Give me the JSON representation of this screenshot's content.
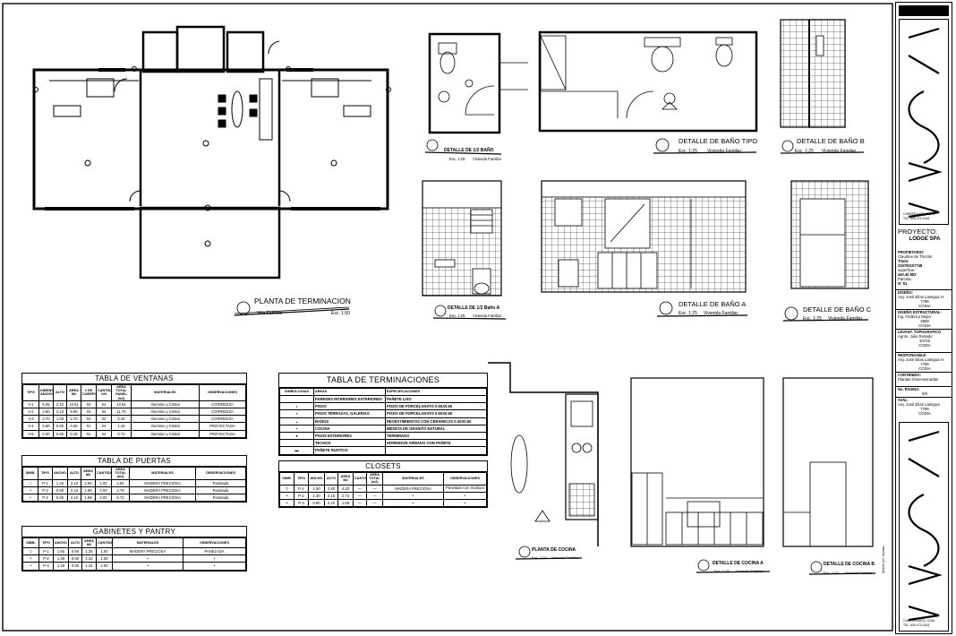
{
  "plans": {
    "main_title": "PLANTA DE TERMINACION",
    "main_left": "Villa Familiar",
    "main_scale": "Esc. 1:50",
    "half_bath": "DETALLE DE 1/2 BAÑO",
    "half_bath_scale": "Esc. 1:25",
    "half_bath_type": "Vivienda Familiar",
    "bath_tipo": "DETALLE DE BAÑO TIPO",
    "bath_tipo_scale": "Esc. 1:25",
    "bath_tipo_type": "Vivienda Familiar",
    "bath_b": "DETALLE DE BAÑO B",
    "bath_b_scale": "Esc. 1:25",
    "bath_b_type": "Vivienda Familiar",
    "half_bath_a": "DETALLE DE 1/2 Baño A",
    "half_bath_a_scale": "Esc. 1:25",
    "half_bath_a_type": "Vivienda Familiar",
    "bath_a": "DETALLE DE BAÑO A",
    "bath_a_scale": "Esc. 1:25",
    "bath_a_type": "Vivienda Familiar",
    "bath_c": "DETALLE DE BAÑO C",
    "bath_c_scale": "Esc. 1:25",
    "bath_c_type": "Vivienda Familiar",
    "kitchen_plan": "PLANTA DE COCINA",
    "kitchen_plan_scale": "Esc. 1:25",
    "kitchen_plan_type": "Vivienda Familiar",
    "kitchen_a": "DETALLE DE COCINA A",
    "kitchen_a_scale": "Esc. 1:25",
    "kitchen_a_type": "Vivienda Familiar",
    "kitchen_b": "DETALLE DE COCINA B",
    "kitchen_b_scale": "Esc. 1:25",
    "kitchen_b_type": "Vivienda Familiar"
  },
  "ventanas": {
    "title": "TABLA DE VENTANAS",
    "headers": [
      "TIPO",
      "DIMENSIONES(m2) ANCHO",
      "ALTO",
      "AREA M2",
      "# DE CUERPOS",
      "CANTIDAD V/N",
      "AREA TOTAL PANEL (m2)",
      "MATERIALES",
      "OBSERVACIONES"
    ],
    "rows": [
      [
        "V-1",
        "5.05",
        "2.10",
        "10.61",
        "03",
        "01",
        "10.61",
        "Aluminio y Cristal",
        "CORREDIZA"
      ],
      [
        "V-2",
        "2.80",
        "2.10",
        "5.88",
        "03",
        "02",
        "11.76",
        "Aluminio y Cristal",
        "CORREDIZA"
      ],
      [
        "V-3",
        "2.70",
        "1.00",
        "2.70",
        "03",
        "02",
        "5.40",
        "Aluminio y Cristal",
        "CORREDIZA"
      ],
      [
        "V-4",
        "0.60",
        "0.60",
        "0.36",
        "01",
        "04",
        "1.44",
        "Aluminio y Cristal",
        "PROYECTADA"
      ],
      [
        "V-5",
        "0.30",
        "0.60",
        "0.18",
        "01",
        "04",
        "0.72",
        "Aluminio y Cristal",
        "PROYECTADA"
      ]
    ]
  },
  "puertas": {
    "title": "TABLA DE PUERTAS",
    "headers": [
      "SIMB.",
      "TIPO",
      "ANCHO",
      "ALTO",
      "AREA M2",
      "CANTIDAD",
      "AREA TOTAL (m2)",
      "MATERIALES",
      "OBSERVACIONES"
    ],
    "rows": [
      [
        "□",
        "P-1",
        "1.40",
        "2.10",
        "2.94",
        "1.00",
        "2.94",
        "MADERA PRECIOSA",
        "Panelada"
      ],
      [
        "•",
        "P-2",
        "0.90",
        "2.10",
        "1.89",
        "2.00",
        "3.78",
        "MADERA PRECIOSA",
        "Panelada"
      ],
      [
        "•",
        "P-3",
        "0.80",
        "2.10",
        "1.68",
        "4.00",
        "6.72",
        "MADERA PRECIOSA",
        "Panelada"
      ]
    ]
  },
  "gabinetes": {
    "title": "GABINETES Y PANTRY",
    "headers": [
      "SIMB.",
      "TIPO",
      "ANCHO",
      "ALTO",
      "AREA M2",
      "CANTIDAD",
      "MATERIALES",
      "OBSERVACIONES"
    ],
    "rows": [
      [
        "▽",
        "P-1",
        "1.50",
        "0.90",
        "1.35",
        "1.00",
        "MADERA PRECIOSA",
        "PANELADA"
      ],
      [
        "•",
        "P-2",
        "1.48",
        "0.90",
        "1.33",
        "1.00",
        "•",
        "•"
      ],
      [
        "•",
        "P-3",
        "1.45",
        "0.90",
        "1.31",
        "2.00",
        "•",
        "•"
      ]
    ]
  },
  "terminaciones": {
    "title": "TABLA DE TERMINACIONES",
    "headers": [
      "SIMBOLOGIAS",
      "AREAS",
      "ESPECIFICACIONES"
    ],
    "rows": [
      [
        "",
        "PAREDES INTERIORES EXTERIORES",
        "PAÑETE LISO"
      ],
      [
        "◐",
        "PISOS",
        "PISOS DE PORCELANATO 0.60X0.60"
      ],
      [
        "◑",
        "PISOS TERRAZAS, GALERIAS",
        "PISOS DE PORCELANATO 0.60X0.60"
      ],
      [
        "◒",
        "BAÑOS",
        "REVESTIMIENTOS CON CERAMICOS 0.30X0.60"
      ],
      [
        "◓",
        "COCINA",
        "MESETA DE GRANITO NATURAL"
      ],
      [
        "●",
        "PISOS EXTERIORES",
        "TERMINADO"
      ],
      [
        "",
        "TECHOS",
        "HORMIGON ARMADO CON PAÑETE"
      ],
      [
        "▬",
        "PAÑETE RUSTICO",
        ""
      ]
    ]
  },
  "closets": {
    "title": "CLOSETS",
    "headers": [
      "SIMB.",
      "TIPO",
      "ANCHO",
      "ALTO",
      "AREA M2",
      "CANTIDAD",
      "AREA TOTAL (m2)",
      "MATERIALES",
      "OBSERVACIONES"
    ],
    "rows": [
      [
        "▽",
        "P-1",
        "1.50",
        "2.80",
        "4.20",
        "—",
        "—",
        "MADERA PRECIOSA",
        "Panelada Con moldura"
      ],
      [
        "•",
        "P-2",
        "1.30",
        "2.10",
        "2.73",
        "—",
        "—",
        "•",
        "•"
      ],
      [
        "•",
        "P-3",
        "0.80",
        "2.10",
        "1.68",
        "—",
        "—",
        "•",
        "•"
      ]
    ]
  },
  "cartel": {
    "proyecto_label": "PROYECTO:",
    "proyecto": "LODGE SPA",
    "prop_label": "PROPIETARIO:",
    "prop": "Claudine de Thezán",
    "titulo_label": "Titulo:",
    "titulo": "319700107748",
    "sup_label": "superficie:",
    "sup": "440.40 Mt2",
    "parcela_label": "Parcela:",
    "parcela": "N° 51",
    "diseno_label": "DISEÑO:",
    "diseno": "Arq. José Elías Lantigua H.",
    "diseno_code": "7786",
    "diseno_org": "CODIA",
    "estructural_label": "DISEÑO ESTRUCTURAL:",
    "estructural": "Ing. Federico Mejía",
    "estructural_code": "4869",
    "estructural_org": "CODIA",
    "topo_label": "LEVANT. TOPOGRAFICO",
    "topo": "Agrim. Julio Rosado",
    "topo_code": "10745",
    "topo_org": "CODIA",
    "resp_label": "RESPONSABLE:",
    "resp": "Arq. José Elías Lantigua H.",
    "resp_code": "7786",
    "resp_org": "CODIA",
    "cont_label": "CONTENIDO:",
    "cont": "Plantas Dimensionadas",
    "pag_label": "No. PAGINA:",
    "pag": "9/9",
    "aval_label": "AVAL:",
    "aval": "Arq. José Elías Lantigua",
    "aval_code": "7786",
    "aval_org": "CODIA",
    "logo_caption_1": "CARRERA ARQ. DOAL",
    "logo_caption_2": "TEL: 809-473-1063",
    "margin_note": "Diseño por: maritza"
  }
}
